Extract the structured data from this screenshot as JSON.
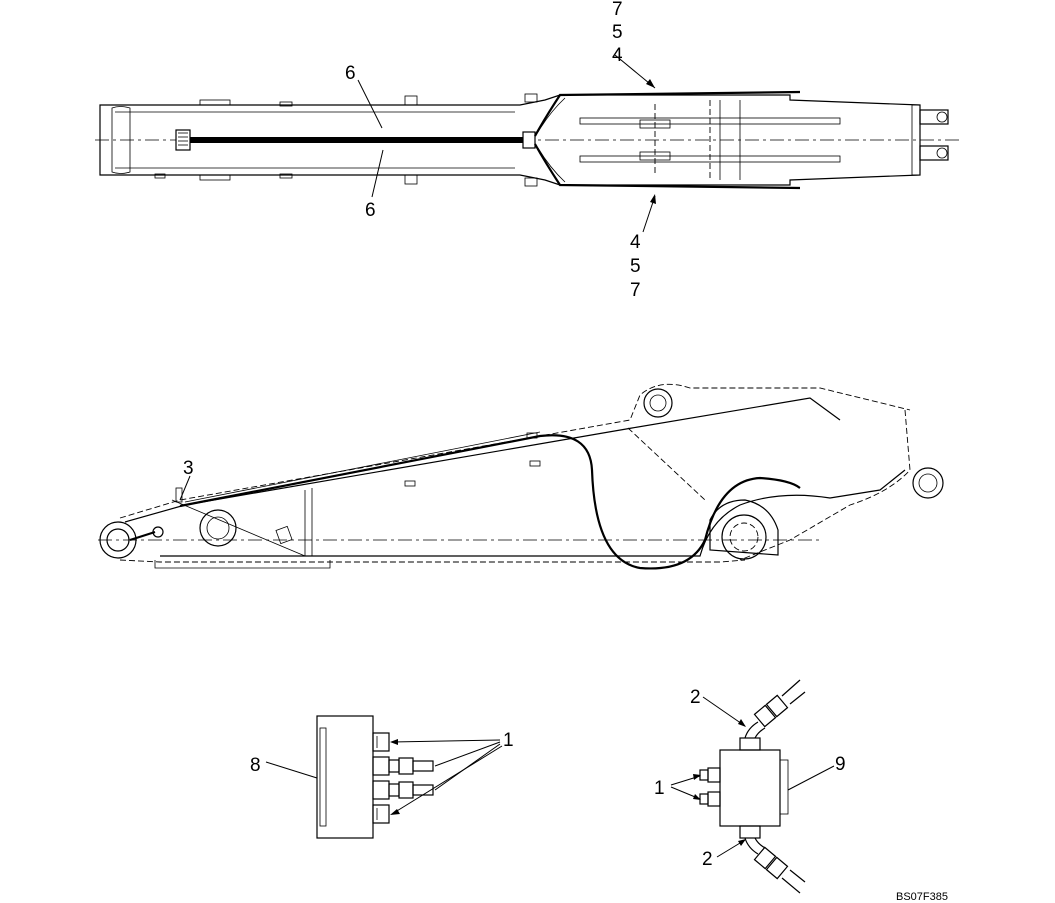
{
  "drawing": {
    "reference_code": "BS07F385"
  },
  "callouts": {
    "top_view": {
      "upper_7": "7",
      "upper_5": "5",
      "upper_4": "4",
      "upper_6": "6",
      "lower_6": "6",
      "lower_4": "4",
      "lower_5": "5",
      "lower_7": "7"
    },
    "side_view": {
      "label_3": "3"
    },
    "detail_left": {
      "label_8": "8",
      "label_1": "1"
    },
    "detail_right": {
      "label_2_top": "2",
      "label_1": "1",
      "label_9": "9",
      "label_2_bottom": "2"
    }
  }
}
